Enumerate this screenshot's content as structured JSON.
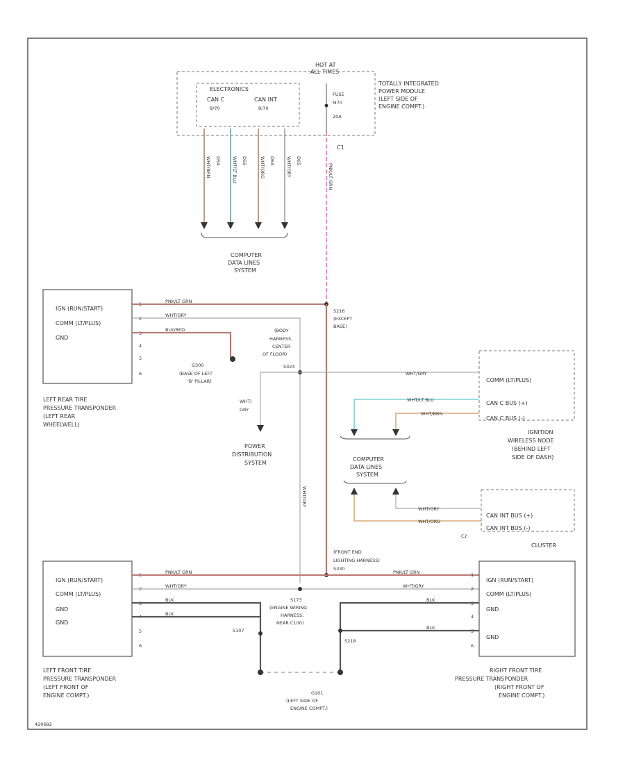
{
  "tipm": {
    "hot_at": "HOT AT",
    "all_times": "ALL TIMES",
    "title_lines": [
      "TOTALLY INTEGRATED",
      "POWER MODULE",
      "(LEFT SIDE OF",
      "ENGINE COMPT.)"
    ],
    "electronics": "ELECTRONICS",
    "can_c": "CAN C",
    "can_c_sub": "8/70",
    "can_int": "CAN INT",
    "can_int_sub": "8/70",
    "fuse": "FUSE",
    "fuse_no": "M70",
    "fuse_amp": "20A",
    "conn": "C1"
  },
  "computer_data_top": [
    "COMPUTER",
    "DATA LINES",
    "SYSTEM"
  ],
  "left_rear": {
    "pins": [
      "IGN (RUN/START)",
      "COMM (LT/PLUS)",
      "GND"
    ],
    "pin_nums": [
      "1",
      "2",
      "3",
      "4",
      "5",
      "6"
    ],
    "wires": [
      "PNK/LT GRN",
      "WHT/GRY",
      "BLK/RED"
    ],
    "title_lines": [
      "LEFT REAR TIRE",
      "PRESSURE TRANSPONDER",
      "(LEFT REAR",
      "WHEELWELL)"
    ],
    "ground": [
      "G300",
      "(BASE OF LEFT",
      "'B' PILLAR)"
    ]
  },
  "splice_s216": [
    "S216",
    "(EXCEPT",
    "BASE)"
  ],
  "body_harness": [
    "(BODY",
    "HARNESS,",
    "CENTER",
    "OF FLOOR)"
  ],
  "s324": "S324",
  "power_dist": [
    "WHT/",
    "GRY",
    "POWER",
    "DISTRIBUTION",
    "SYSTEM"
  ],
  "ignition": {
    "pins": [
      "COMM (LT/PLUS)",
      "CAN C BUS (+)",
      "CAN C BUS (-)"
    ],
    "wires": [
      "WHT/GRY",
      "WHT/LT BLU",
      "WHT/BRN"
    ],
    "title_lines": [
      "IGNITION",
      "WIRELESS NODE",
      "(BEHIND LEFT",
      "SIDE OF DASH)"
    ]
  },
  "computer_data_mid": [
    "COMPUTER",
    "DATA LINES",
    "SYSTEM"
  ],
  "cluster": {
    "pins": [
      "CAN INT BUS (+)",
      "CAN INT BUS (-)"
    ],
    "wires": [
      "WHT/GRY",
      "WHT/ORG"
    ],
    "conn": "C2",
    "title": "CLUSTER"
  },
  "front_end": [
    "(FRONT END",
    "LIGHTING HARNESS)",
    "S330"
  ],
  "left_front": {
    "pins": [
      "IGN (RUN/START)",
      "COMM (LT/PLUS)",
      "GND",
      "GND"
    ],
    "pin_nums": [
      "1",
      "2",
      "3",
      "4",
      "5",
      "6"
    ],
    "wires": [
      "PNK/LT GRN",
      "WHT/GRY",
      "BLK",
      "BLK"
    ],
    "title_lines": [
      "LEFT FRONT TIRE",
      "PRESSURE TRANSPONDER",
      "(LEFT FRONT OF",
      "ENGINE COMPT.)"
    ],
    "splice": "S107"
  },
  "engine_harness": [
    "S173",
    "(ENGINE WIRING",
    "HARNESS,",
    "NEAR C100)"
  ],
  "right_front": {
    "pins": [
      "IGN (RUN/START)",
      "COMM (LT/PLUS)",
      "GND",
      "GND"
    ],
    "pin_nums": [
      "1",
      "2",
      "3",
      "4",
      "5",
      "6"
    ],
    "wires": [
      "PNK/LT GRN",
      "WHT/GRY",
      "BLK",
      "BLK"
    ],
    "title_lines": [
      "RIGHT FRONT TIRE",
      "PRESSURE TRANSPONDER",
      "(RIGHT FRONT OF",
      "ENGINE COMPT.)"
    ],
    "splice": "S218"
  },
  "ground_bottom": [
    "G101",
    "(LEFT SIDE OF",
    "ENGINE COMPT.)"
  ],
  "top_wires": [
    "WHT/BRN",
    "WHT/LT BLU",
    "WHT/ORG",
    "WHT/GRY",
    "PNK/LT GRN"
  ],
  "top_circuits": [
    "D54",
    "D55",
    "D64",
    "D65"
  ],
  "figure_id": "420682"
}
